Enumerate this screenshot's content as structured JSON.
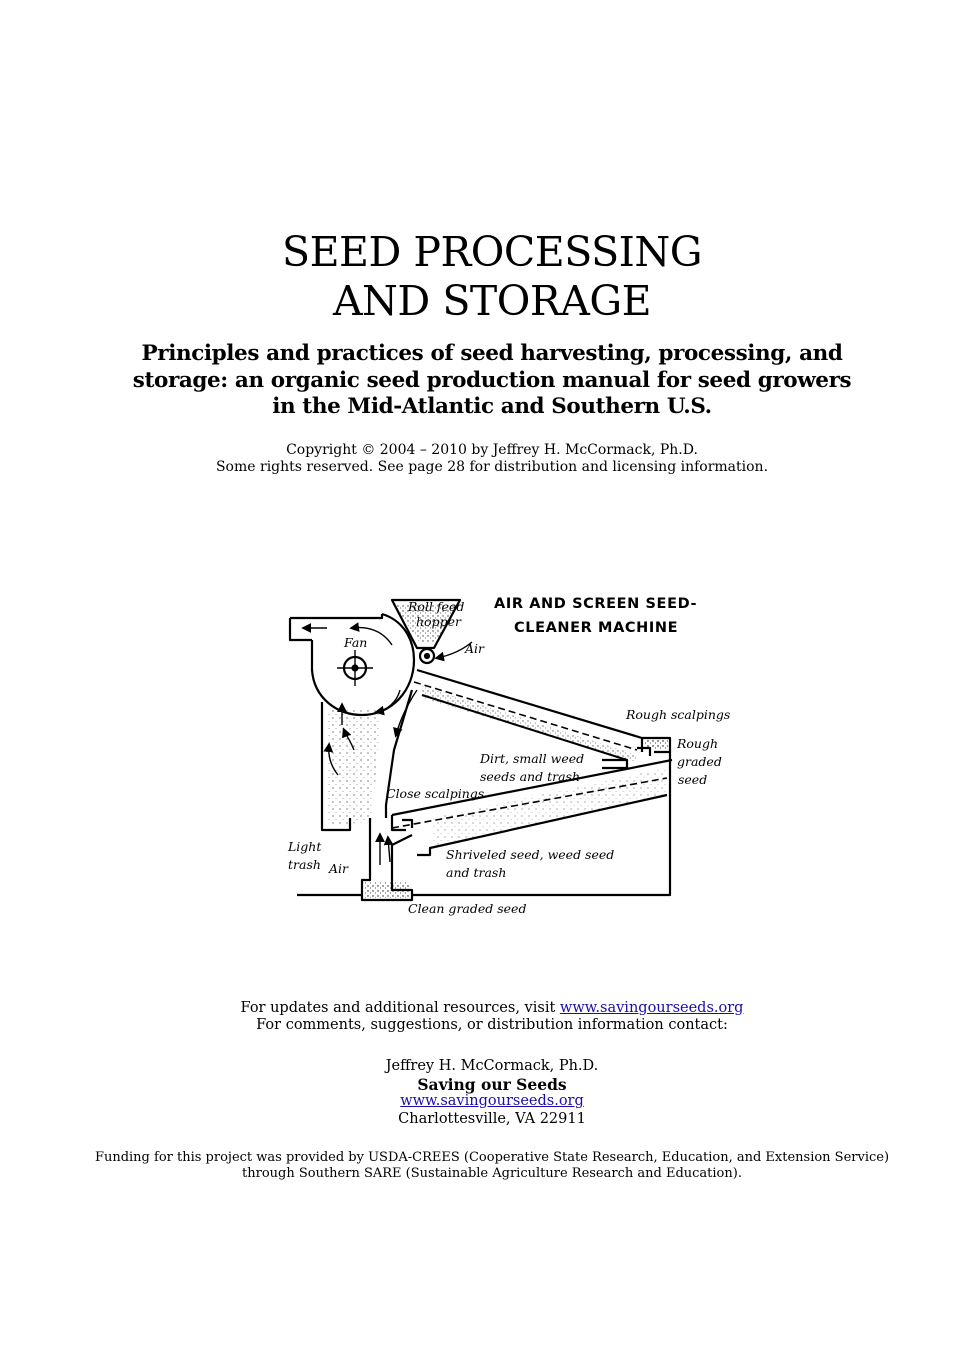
{
  "title": {
    "line1": "SEED PROCESSING",
    "line2": "AND STORAGE"
  },
  "subtitle": {
    "line1": "Principles and practices of seed harvesting, processing, and",
    "line2": "storage: an organic seed production manual for seed growers",
    "line3": "in the Mid-Atlantic and Southern U.S."
  },
  "copyright": {
    "line1": "Copyright © 2004 – 2010 by Jeffrey H. McCormack, Ph.D.",
    "line2": "Some rights reserved.  See page 28 for distribution and licensing information."
  },
  "figure": {
    "title_line1": "AIR AND SCREEN SEED-",
    "title_line2": "CLEANER MACHINE",
    "labels": {
      "roll_feed_hopper_1": "Roll feed",
      "roll_feed_hopper_2": "hopper",
      "fan": "Fan",
      "air_top": "Air",
      "rough_scalpings": "Rough scalpings",
      "rough_graded_seed_1": "Rough",
      "rough_graded_seed_2": "graded",
      "rough_graded_seed_3": "seed",
      "dirt_1": "Dirt, small weed",
      "dirt_2": "seeds and trash",
      "close_scalpings": "Close scalpings",
      "light_trash_1": "Light",
      "light_trash_2": "trash",
      "air_bottom": "Air",
      "shriveled_1": "Shriveled seed, weed seed",
      "shriveled_2": "and trash",
      "clean_graded_seed": "Clean graded seed"
    }
  },
  "resources": {
    "line1_prefix": "For updates and additional resources, visit ",
    "line1_link": "www.savingourseeds.org",
    "line2": "For comments, suggestions, or distribution information contact:"
  },
  "contact": {
    "name": "Jeffrey H. McCormack, Ph.D.",
    "organization": "Saving our Seeds",
    "website": "www.savingourseeds.org",
    "address": "Charlottesville, VA 22911"
  },
  "funding": {
    "line1": "Funding for this project was provided by USDA-CREES (Cooperative State Research, Education, and Extension Service)",
    "line2": "through Southern SARE (Sustainable Agriculture Research and Education)."
  }
}
